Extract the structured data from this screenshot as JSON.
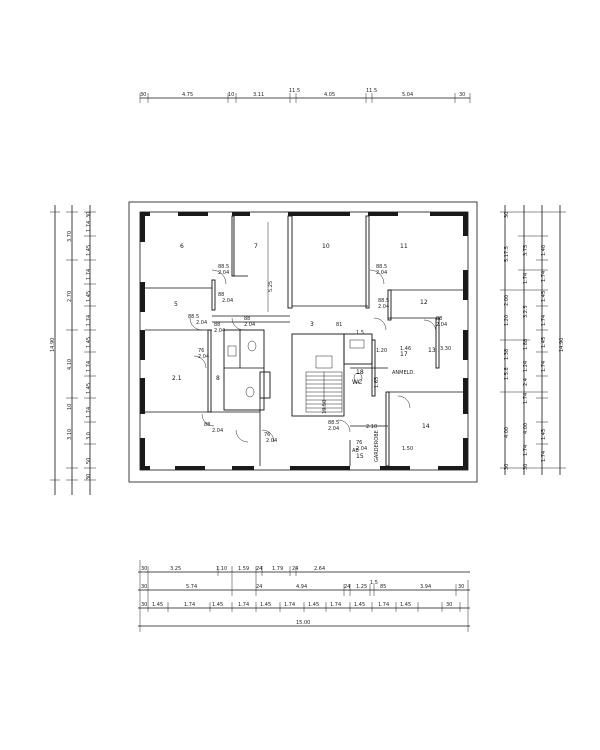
{
  "top_dims": [
    "30",
    "4.75",
    "10",
    "3.11",
    "11.5",
    "4.05",
    "11.5",
    "5.04",
    "30"
  ],
  "left_dims_outer": [
    "30",
    "1.74",
    "1.45",
    "1.74",
    "1.45",
    "1.74",
    "1.45",
    "1.74",
    "1.45",
    "1.74",
    "3.0",
    "50",
    "30"
  ],
  "left_dims_mid": [
    "3.70",
    "2.70",
    "4.10",
    "3.10",
    "10"
  ],
  "left_total": "14.90",
  "right_dims_inner": [
    "30",
    "5.17.5",
    "2.00",
    "1.20",
    "1.5.8",
    "4.00",
    "1.38",
    "30"
  ],
  "right_dims_mid": [
    "3.75",
    "1.74",
    "3.2.5",
    "1.88",
    "1.24",
    "2.4",
    "1.74",
    "4.00",
    "1.74",
    "30"
  ],
  "right_dims_outer": [
    "1.40",
    "1.74",
    "1.45",
    "1.74",
    "1.45",
    "1.74",
    "1.45",
    "1.74"
  ],
  "right_total": "14.90",
  "bottom_row1": [
    "30",
    "3.25",
    "1.10",
    "1.59",
    "24",
    "1.79",
    "24",
    "2.64"
  ],
  "bottom_row2": [
    "30",
    "5.74",
    "24",
    "4.94",
    "24",
    "1.25",
    "1.5",
    "85",
    "3.94",
    "30"
  ],
  "bottom_row3": [
    "30",
    "1.45",
    "1.74",
    "1.45",
    "1.74",
    "1.45",
    "1.74",
    "1.45",
    "1.74",
    "1.45",
    "1.74",
    "1.45",
    "30"
  ],
  "bottom_total": "15.00",
  "rooms": [
    {
      "id": "room-6",
      "label": "6"
    },
    {
      "id": "room-7",
      "label": "7"
    },
    {
      "id": "room-10",
      "label": "10"
    },
    {
      "id": "room-11",
      "label": "11"
    },
    {
      "id": "room-5",
      "label": "5"
    },
    {
      "id": "room-12",
      "label": "12"
    },
    {
      "id": "room-3",
      "label": "3"
    },
    {
      "id": "room-21",
      "label": "2.1"
    },
    {
      "id": "room-8",
      "label": "8"
    },
    {
      "id": "room-13",
      "label": "13"
    },
    {
      "id": "room-14",
      "label": "14"
    },
    {
      "id": "room-15",
      "label": "15"
    },
    {
      "id": "room-17",
      "label": "17"
    },
    {
      "id": "room-18",
      "label": "18"
    },
    {
      "id": "room-wc",
      "label": "WC"
    },
    {
      "id": "room-ab",
      "label": "AB"
    }
  ],
  "door_labels": [
    "88.5",
    "2.04",
    "88",
    "2.04",
    "88.5",
    "2.04",
    "88.5",
    "2.04",
    "88",
    "2.04",
    "88",
    "2.04",
    "76",
    "2.04",
    "88.5",
    "2.04",
    "88",
    "2.04",
    "88",
    "2.04",
    "76",
    "2.04",
    "88.5",
    "2.04",
    "76",
    "2.04"
  ],
  "dim_525": "5.25",
  "dim_120": "1.20",
  "dim_146": "1.46",
  "dim_330": "3.30",
  "dim_165": "1.65",
  "dim_210": "2.10",
  "dim_150": "1.50",
  "dim_81": "81",
  "dim_15": "1.5",
  "label_anmeldung": "ANMELD.",
  "label_garderobe": "GARDEROBE",
  "dim_1950": "19.50"
}
